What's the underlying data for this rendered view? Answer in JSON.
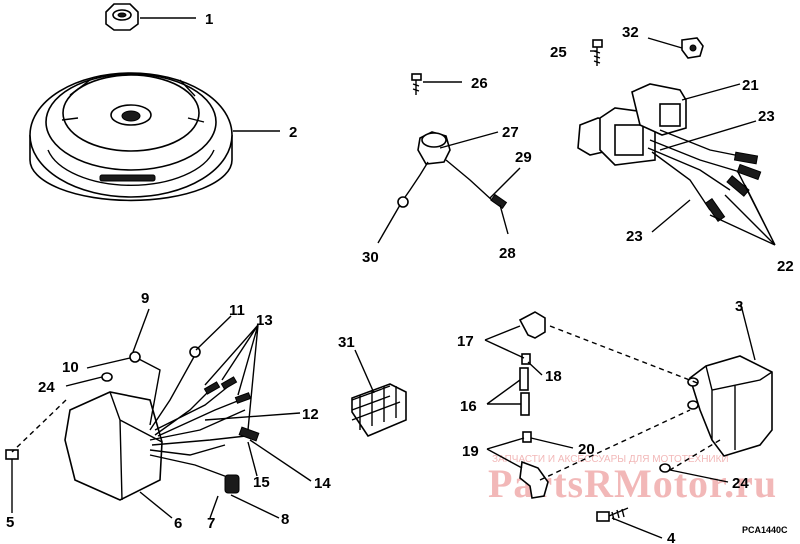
{
  "diagram": {
    "code": "PCA1440C",
    "watermark": {
      "logo": "PartsRMotor.ru",
      "tagline": "ЗАПЧАСТИ И АКСЕССУАРЫ ДЛЯ МОТОТЕХНИКИ"
    },
    "callouts": {
      "c1": "1",
      "c2": "2",
      "c3": "3",
      "c4": "4",
      "c5": "5",
      "c6": "6",
      "c7": "7",
      "c8": "8",
      "c9": "9",
      "c10": "10",
      "c11": "11",
      "c12": "12",
      "c13": "13",
      "c14": "14",
      "c15": "15",
      "c16": "16",
      "c17": "17",
      "c18": "18",
      "c19": "19",
      "c20": "20",
      "c21": "21",
      "c22": "22",
      "c23a": "23",
      "c23b": "23",
      "c24a": "24",
      "c24b": "24",
      "c25": "25",
      "c26": "26",
      "c27": "27",
      "c28": "28",
      "c29": "29",
      "c30": "30",
      "c31": "31",
      "c32": "32"
    }
  }
}
